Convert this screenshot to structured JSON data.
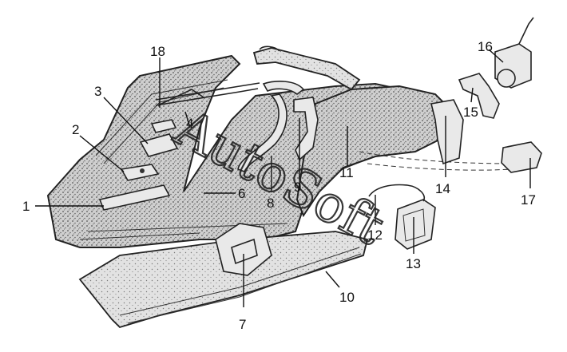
{
  "diagram": {
    "callouts": [
      {
        "id": "1",
        "label": "1"
      },
      {
        "id": "2",
        "label": "2"
      },
      {
        "id": "3",
        "label": "3"
      },
      {
        "id": "4",
        "label": "4"
      },
      {
        "id": "6",
        "label": "6"
      },
      {
        "id": "7",
        "label": "7"
      },
      {
        "id": "8",
        "label": "8"
      },
      {
        "id": "9",
        "label": "9"
      },
      {
        "id": "10",
        "label": "10"
      },
      {
        "id": "11",
        "label": "11"
      },
      {
        "id": "12",
        "label": "12"
      },
      {
        "id": "13",
        "label": "13"
      },
      {
        "id": "14",
        "label": "14"
      },
      {
        "id": "15",
        "label": "15"
      },
      {
        "id": "16",
        "label": "16"
      },
      {
        "id": "17",
        "label": "17"
      },
      {
        "id": "18",
        "label": "18"
      }
    ],
    "watermark": "AutoSoft"
  }
}
